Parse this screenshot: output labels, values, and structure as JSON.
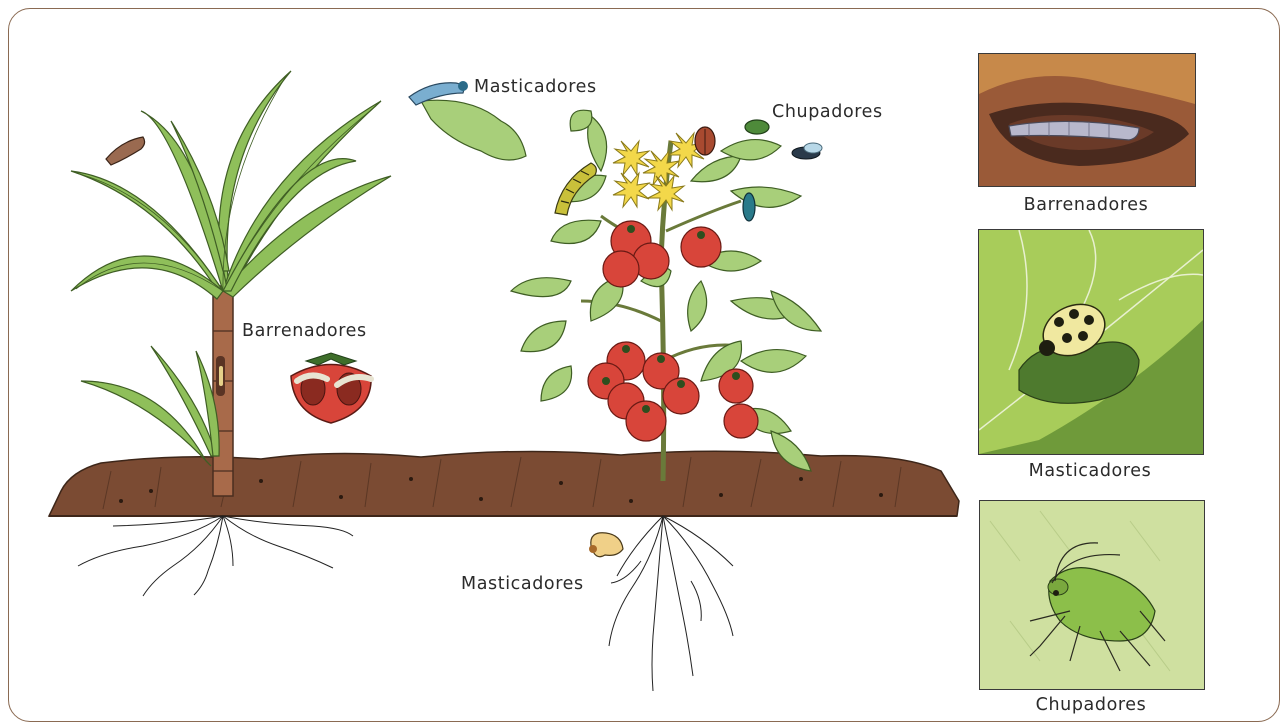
{
  "labels": {
    "masticadores_top": "Masticadores",
    "chupadores_top": "Chupadores",
    "barrenadores_mid": "Barrenadores",
    "masticadores_bottom": "Masticadores"
  },
  "panels": [
    {
      "caption": "Barrenadores",
      "icon": "stem-borer-larva-icon"
    },
    {
      "caption": "Masticadores",
      "icon": "leaf-beetle-icon"
    },
    {
      "caption": "Chupadores",
      "icon": "aphid-icon"
    }
  ],
  "colors": {
    "soil": "#7b4b33",
    "leaf": "#a8cf7a",
    "tomato": "#d8453a",
    "flower": "#f3d84a",
    "frame": "#8a6a52"
  }
}
